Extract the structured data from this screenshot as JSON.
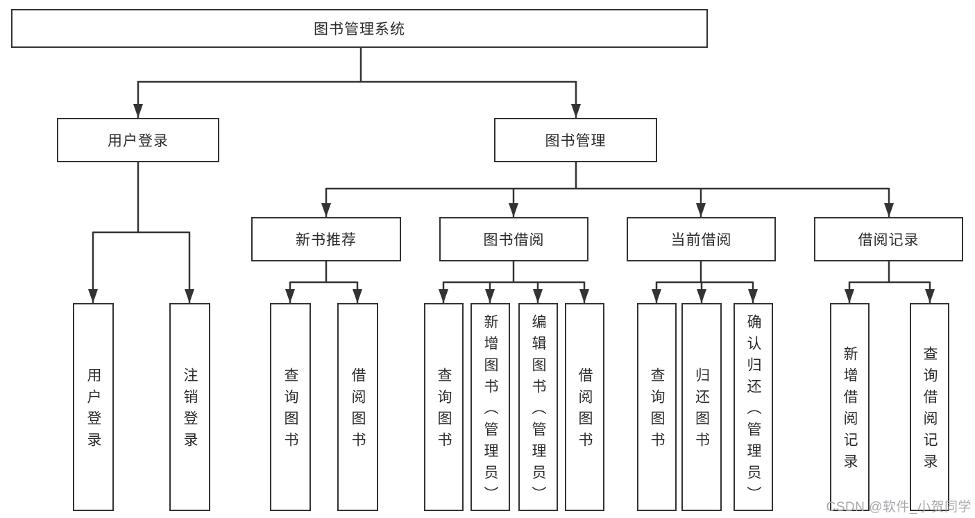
{
  "colors": {
    "line": "#333333",
    "text": "#2b2b2b",
    "box_background": "#ffffff",
    "watermark": "#a8a8ad"
  },
  "watermark": "CSDN @软件_小贺同学",
  "diagram": {
    "title": "图书管理系统",
    "branches": [
      {
        "label": "用户登录",
        "children": [
          {
            "label": "用户登录"
          },
          {
            "label": "注销登录"
          }
        ]
      },
      {
        "label": "图书管理",
        "modules": [
          {
            "label": "新书推荐",
            "children": [
              {
                "label": "查询图书"
              },
              {
                "label": "借阅图书"
              }
            ]
          },
          {
            "label": "图书借阅",
            "children": [
              {
                "label": "查询图书"
              },
              {
                "label": "新增图书（管理员）"
              },
              {
                "label": "编辑图书（管理员）"
              },
              {
                "label": "借阅图书"
              }
            ]
          },
          {
            "label": "当前借阅",
            "children": [
              {
                "label": "查询图书"
              },
              {
                "label": "归还图书"
              },
              {
                "label": "确认归还（管理员）"
              }
            ]
          },
          {
            "label": "借阅记录",
            "children": [
              {
                "label": "新增借阅记录"
              },
              {
                "label": "查询借阅记录"
              }
            ]
          }
        ]
      }
    ]
  }
}
